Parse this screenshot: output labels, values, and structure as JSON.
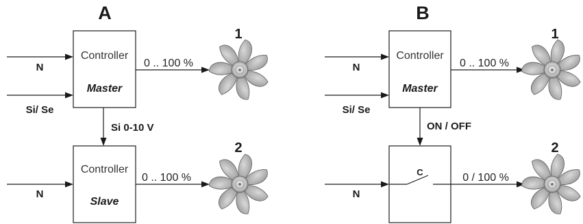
{
  "panels": {
    "a": {
      "title": "A",
      "inputs": {
        "top": "N",
        "bottom": "Si/ Se"
      },
      "master": {
        "name": "Controller",
        "role": "Master",
        "output": "0 .. 100 %",
        "fan_number": "1"
      },
      "link": "Si 0-10 V",
      "slave": {
        "name": "Controller",
        "role": "Slave",
        "input": "N",
        "output": "0 .. 100 %",
        "fan_number": "2"
      }
    },
    "b": {
      "title": "B",
      "inputs": {
        "top": "N",
        "bottom": "Si/ Se"
      },
      "master": {
        "name": "Controller",
        "role": "Master",
        "output": "0 .. 100 %",
        "fan_number": "1"
      },
      "link": "ON / OFF",
      "switch": {
        "label": "C",
        "input": "N",
        "output": "0 / 100 %",
        "fan_number": "2"
      }
    }
  },
  "icons": {
    "fan": "fan-icon"
  }
}
